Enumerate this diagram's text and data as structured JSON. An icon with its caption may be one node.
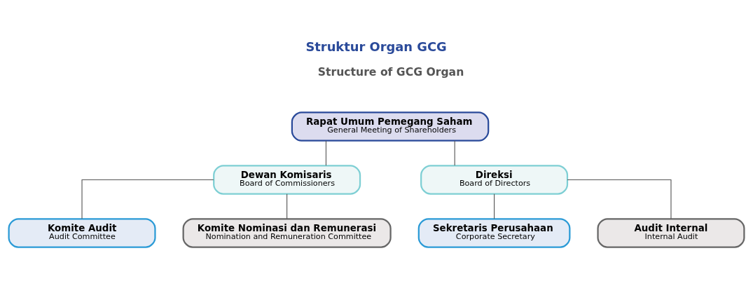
{
  "diagram": {
    "title": "Struktur Organ GCG",
    "nodes": [
      {
        "text": [
          "Rapat Umum Pemegang Saham",
          "General Meeting of Shareholders"
        ]
      },
      {
        "text": [
          "Dewan Komisaris",
          "Board of Commissioners"
        ]
      },
      {
        "text": [
          "Direksi",
          "Board of Directors"
        ]
      },
      {
        "text": [
          "Komite Audit",
          "Audit Committee"
        ]
      },
      {
        "text": [
          "Sekretaris Perusahaan",
          "Corporate Secretary"
        ]
      },
      {
        "text": [
          "Komite Nominasi dan Remunerasi",
          "Nomination and Remuneration Committee"
        ]
      },
      {
        "text": [
          "Audit Internal",
          "Internal Audit"
        ]
      }
    ],
    "edges": [
      {
        "from": 0,
        "to": 1,
        "arrow": "none"
      },
      {
        "from": 0,
        "to": 2,
        "arrow": "none"
      },
      {
        "from": 1,
        "to": 3,
        "arrow": "none"
      },
      {
        "from": 1,
        "to": 5,
        "arrow": "none"
      },
      {
        "from": 2,
        "to": 4,
        "arrow": "none"
      },
      {
        "from": 2,
        "to": 6,
        "arrow": "none"
      }
    ],
    "labels": [
      "Structure of GCG Organ"
    ]
  }
}
